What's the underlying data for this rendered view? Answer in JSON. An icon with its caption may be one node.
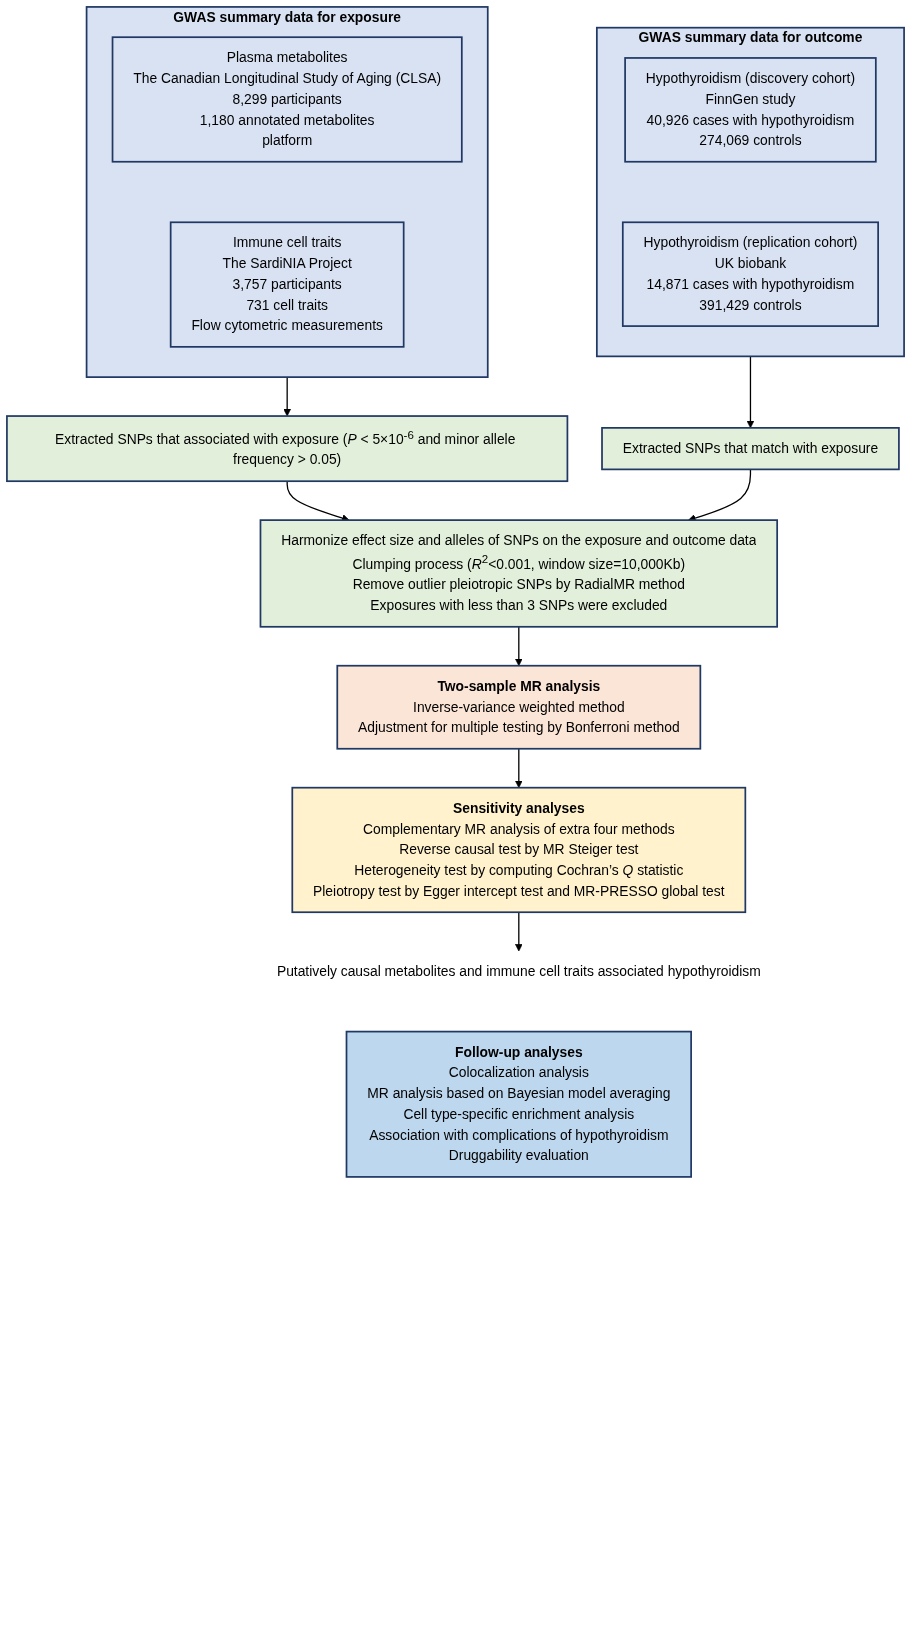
{
  "diagram": {
    "nodes": [
      {
        "text": [
          "GWAS summary data for exposure"
        ]
      },
      {
        "text": [
          "Plasma metabolites",
          "The Canadian Longitudinal Study of Aging (CLSA)",
          "8,299 participants",
          "1,180 annotated metabolites",
          "platform"
        ],
        "in": 0
      },
      {
        "text": [
          "Immune cell traits",
          "The SardiNIA Project",
          "3,757 participants",
          "731 cell traits",
          "Flow cytometric measurements"
        ],
        "in": 0
      },
      {
        "text": [
          "GWAS summary data for outcome"
        ]
      },
      {
        "text": [
          "Hypothyroidism (discovery cohort)",
          "FinnGen study",
          "40,926 cases with hypothyroidism",
          "274,069 controls"
        ],
        "in": 3
      },
      {
        "text": [
          "Hypothyroidism (replication cohort)",
          "UK biobank",
          "14,871 cases with hypothyroidism",
          "391,429 controls"
        ],
        "in": 3
      },
      {
        "text": [
          "Extracted SNPs that associated with exposure (*P* < 5×10$^{-6}$ and minor allele frequency > 0.05)"
        ]
      },
      {
        "text": [
          "Extracted SNPs that match with exposure"
        ]
      },
      {
        "text": [
          "Harmonize effect size and alleles of SNPs on the exposure and outcome data",
          "Clumping process (*R*$^{2}$<0.001, window size=10,000Kb)",
          "Remove outlier pleiotropic SNPs by RadialMR method",
          "Exposures with less than 3 SNPs were excluded"
        ]
      },
      {
        "text": [
          "Two-sample MR analysis",
          "Inverse-variance weighted method",
          "Adjustment for multiple testing by Bonferroni method"
        ]
      },
      {
        "text": [
          "Sensitivity analyses",
          "Complementary MR analysis of extra four methods",
          "Reverse causal test by MR Steiger test",
          "Heterogeneity test by computing Cochran’s *Q* statistic",
          "Pleiotropy test by Egger intercept test and MR-PRESSO global test"
        ]
      },
      {
        "text": [
          "Putatively causal metabolites and immune cell traits associated hypothyroidism"
        ]
      },
      {
        "text": [
          "Follow-up analyses",
          "Colocalization analysis",
          "MR analysis based on Bayesian model averaging",
          "Cell type-specific enrichment analysis",
          "Association with complications of hypothyroidism",
          "Druggability evaluation"
        ]
      }
    ],
    "edges": [
      {
        "from": 0,
        "to": 6,
        "arrow": "to"
      },
      {
        "from": 3,
        "to": 7,
        "arrow": "to"
      },
      {
        "from": 6,
        "to": 8,
        "arrow": "to"
      },
      {
        "from": 7,
        "to": 8,
        "arrow": "to"
      },
      {
        "from": 8,
        "to": 9,
        "arrow": "to"
      },
      {
        "from": 9,
        "to": 10,
        "arrow": "to"
      },
      {
        "from": 10,
        "to": 11,
        "arrow": "to"
      }
    ]
  }
}
